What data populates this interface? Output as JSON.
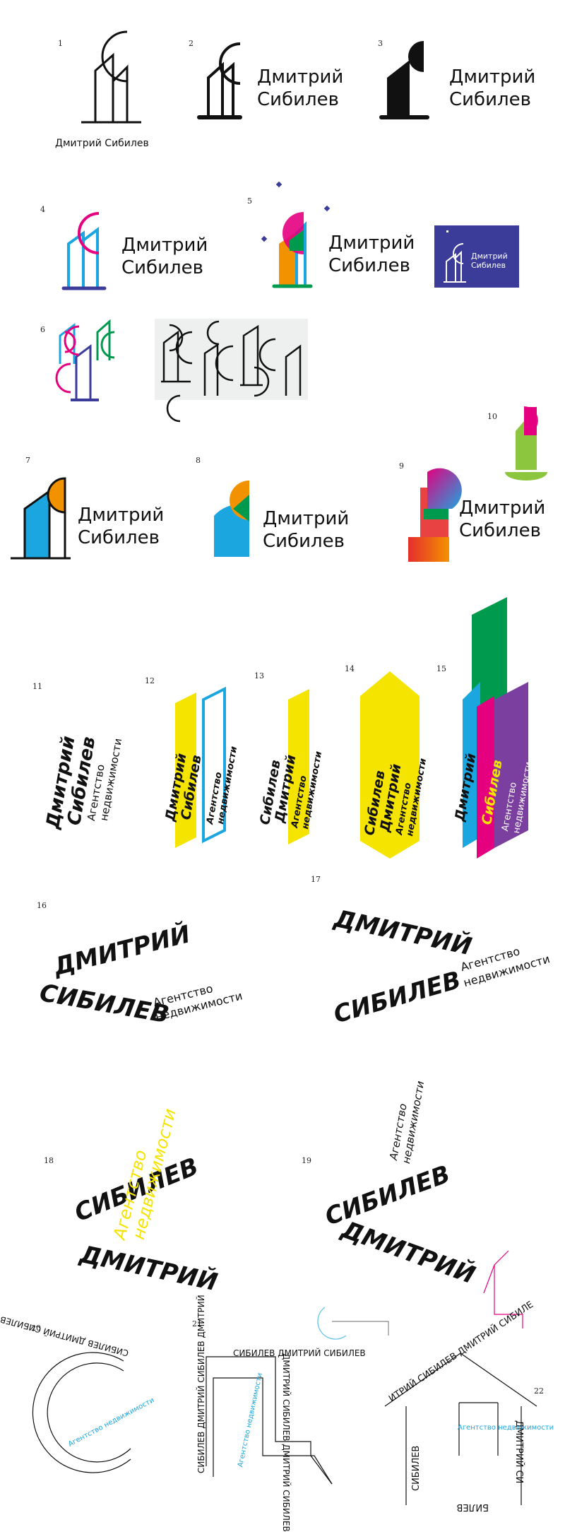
{
  "numbers": [
    "1",
    "2",
    "3",
    "4",
    "5",
    "6",
    "7",
    "8",
    "9",
    "10",
    "11",
    "12",
    "13",
    "14",
    "15",
    "16",
    "17",
    "18",
    "19",
    "20",
    "21",
    "22"
  ],
  "name_line1": "Дмитрий",
  "name_line2": "Сибилев",
  "name_full": "Дмитрий Сибилев",
  "agency_line1": "Агентство",
  "agency_line2": "недвижимости",
  "agency_full": "Агентство недвижимости",
  "caps_first": "ДМИТРИЙ",
  "caps_last": "СИБИЛЕВ",
  "circle_text": "СИБИЛЕВ ДМИТРИЙ СИБИЛЕВ ДМИТРИЙ",
  "path_text_a": "СИБИЛЕВ ДМИТРИЙ СИБИЛЕВ ДМИТРИЙ",
  "path_text_b": "СИБИЛЕВ ДМИТРИЙ СИБИЛЕВ",
  "path_text_c": "ДМИТРИЙ СИБИЛЕВ ДМИТРИЙ СИБИЛЕВ",
  "house_text": "ИТРИЙ СИБИЛЕВ ДМИТРИЙ СИБИЛЕ",
  "house_left": "СИБИЛЕВ",
  "house_right": "ДМИТРИЙ СИ",
  "house_bottom": "БИЛЕВ",
  "colors": {
    "blue": "#1ba6e0",
    "magenta": "#e4007f",
    "yellow": "#f5e400",
    "green": "#009a4e",
    "orange": "#f39200",
    "purple": "#7b3fa0",
    "navy": "#3b3b9a",
    "lime": "#8cc63f",
    "red": "#e52d2d"
  }
}
